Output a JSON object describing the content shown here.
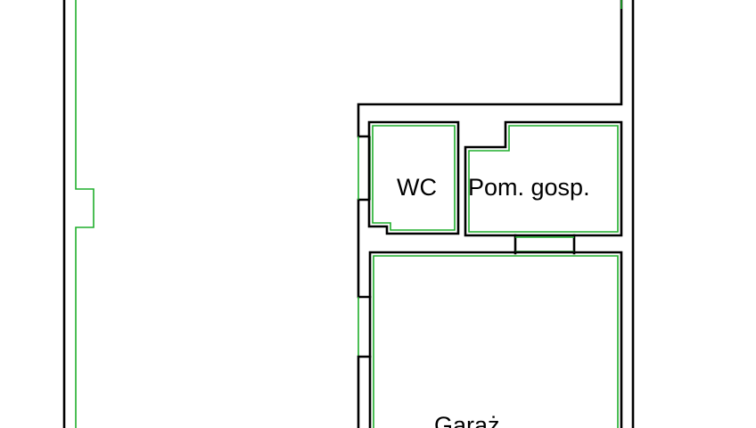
{
  "plan": {
    "rooms": [
      {
        "key": "wc",
        "label": "WC"
      },
      {
        "key": "utility",
        "label": "Pom. gosp."
      },
      {
        "key": "garage",
        "label": "Garaż"
      }
    ]
  },
  "colors": {
    "wall": "#000000",
    "inner_wall": "#1fae2b",
    "background": "#ffffff"
  }
}
